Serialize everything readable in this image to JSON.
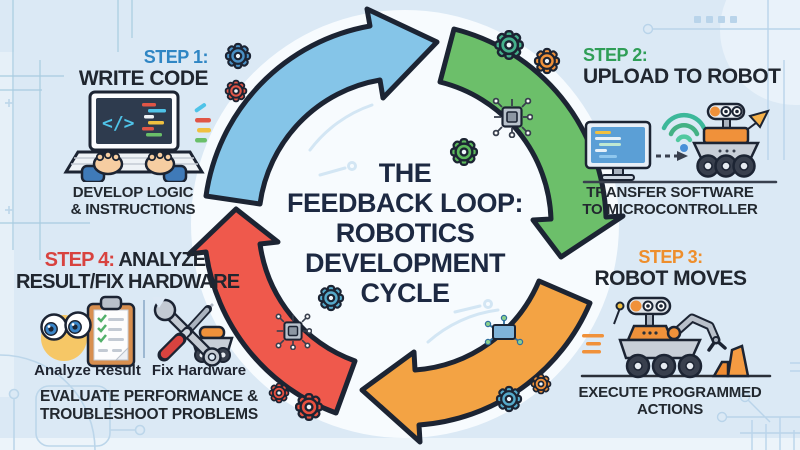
{
  "title": {
    "lines": [
      "THE",
      "FEEDBACK LOOP:",
      "ROBOTICS",
      "DEVELOPMENT",
      "CYCLE"
    ]
  },
  "steps": [
    {
      "label": "STEP 1:",
      "title": "WRITE CODE",
      "caption_lines": [
        "DEVELOP LOGIC",
        "& INSTRUCTIONS"
      ]
    },
    {
      "label": "STEP 2:",
      "title": "UPLOAD TO ROBOT",
      "caption_lines": [
        "TRANSFER SOFTWARE",
        "TO MICROCONTROLLER"
      ]
    },
    {
      "label": "STEP 3:",
      "title": "ROBOT MOVES",
      "caption_lines": [
        "EXECUTE PROGRAMMED",
        "ACTIONS"
      ]
    },
    {
      "label": "STEP 4:",
      "title_word": "ANALYZE",
      "title_line2": "RESULT/FIX HARDWARE",
      "sub_labels": [
        "Analyze Result",
        "Fix Hardware"
      ],
      "caption_lines": [
        "EVALUATE PERFORMANCE &",
        "TROUBLESHOOT PROBLEMS"
      ]
    }
  ],
  "colors": {
    "background": "#dbe9f5",
    "disc": "#f7fbfe",
    "outline": "#1c2433",
    "title_text": "#1d2942",
    "arrow_blue": "#85c5e8",
    "arrow_green": "#6cbf6a",
    "arrow_orange": "#f3a344",
    "arrow_red": "#ef594c",
    "accent_step1": "#2f86c4",
    "accent_step2": "#2f9e57",
    "accent_step3": "#ee8e2c",
    "accent_step4": "#d8433f"
  },
  "icons": {
    "step1": "laptop-coding-icon",
    "step1_side": "code-marks-icon",
    "step2": [
      "monitor-icon",
      "wifi-icon",
      "dashed-arrow-icon",
      "rover-icon"
    ],
    "step3": "rover-arm-icon",
    "step4": [
      "eyes-clipboard-icon",
      "tools-robot-icon"
    ],
    "decor": [
      "gear-icon",
      "chip-icon",
      "circuit-lines"
    ]
  }
}
